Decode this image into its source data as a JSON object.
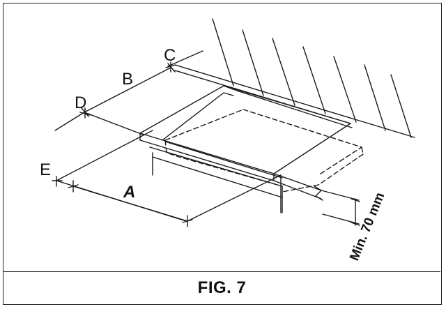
{
  "figure": {
    "labels": {
      "a": "A",
      "b": "B",
      "c": "C",
      "d": "D",
      "e": "E",
      "min_height": "Min. 70 mm"
    },
    "caption": "FIG. 7"
  }
}
